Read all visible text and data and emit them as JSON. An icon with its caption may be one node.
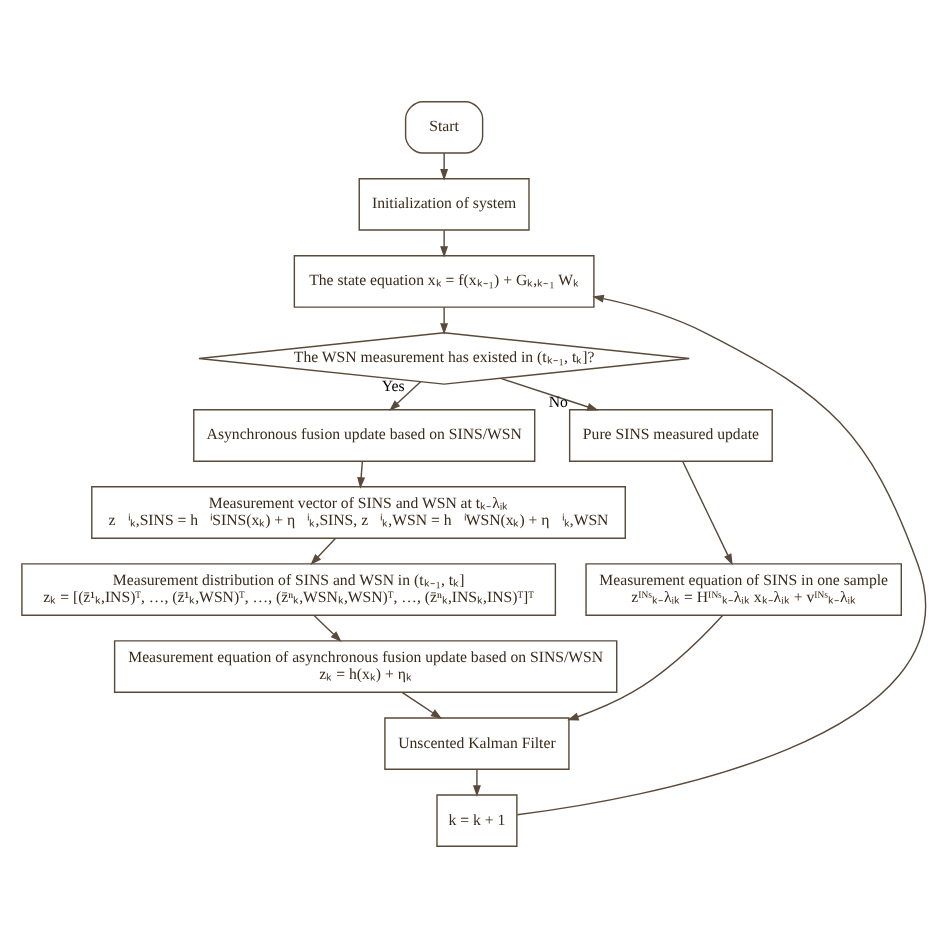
{
  "diagram": {
    "nodes": [
      {
        "text": [
          "Start"
        ]
      },
      {
        "text": [
          "Initialization of system"
        ]
      },
      {
        "text": [
          "The state equation xₖ = f(xₖ₋₁) + Gₖ,ₖ₋₁ Wₖ"
        ]
      },
      {
        "text": [
          "The WSN measurement has existed in (tₖ₋₁, tₖ]?"
        ]
      },
      {
        "text": [
          "Asynchronous fusion update based on SINS/WSN"
        ]
      },
      {
        "text": [
          "Measurement vector of SINS and WSN at tₖ₋λᵢₖ",
          "z⃗ⁱₖ,SINS = h⃗ⁱSINS(xₖ) + η⃗ⁱₖ,SINS, z⃗ⁱₖ,WSN = h⃗ⁱWSN(xₖ) + η⃗ⁱₖ,WSN"
        ]
      },
      {
        "text": [
          "Measurement distribution of SINS and WSN in (tₖ₋₁, tₖ]",
          "zₖ = [(z̄¹ₖ,INS)ᵀ, …, (z̄¹ₖ,WSN)ᵀ, …, (z̄ⁿₖ,WSNₖ,WSN)ᵀ, …, (z̄ⁿₖ,INSₖ,INS)ᵀ]ᵀ"
        ]
      },
      {
        "text": [
          "Measurement equation of asynchronous fusion update based on SINS/WSN",
          "zₖ = h(xₖ) + ηₖ"
        ]
      },
      {
        "text": [
          "Pure SINS measured update"
        ]
      },
      {
        "text": [
          "Measurement equation of SINS in one sample",
          "zᴵᴺˢₖ₋λᵢₖ = Hᴵᴺˢₖ₋λᵢₖ xₖ₋λᵢₖ + vᴵᴺˢₖ₋λᵢₖ"
        ]
      },
      {
        "text": [
          "Unscented Kalman Filter"
        ]
      },
      {
        "text": [
          "k = k + 1"
        ]
      }
    ],
    "edges": [
      {
        "from": 0,
        "to": 1,
        "arrow": "to"
      },
      {
        "from": 1,
        "to": 2,
        "arrow": "to"
      },
      {
        "from": 2,
        "to": 3,
        "arrow": "to"
      },
      {
        "from": 3,
        "to": 4,
        "arrow": "to",
        "label": "Yes"
      },
      {
        "from": 3,
        "to": 8,
        "arrow": "to",
        "label": "No"
      },
      {
        "from": 4,
        "to": 5,
        "arrow": "to"
      },
      {
        "from": 5,
        "to": 6,
        "arrow": "to"
      },
      {
        "from": 6,
        "to": 7,
        "arrow": "to"
      },
      {
        "from": 8,
        "to": 9,
        "arrow": "to"
      },
      {
        "from": 7,
        "to": 10,
        "arrow": "to"
      },
      {
        "from": 9,
        "to": 10,
        "arrow": "to"
      },
      {
        "from": 10,
        "to": 11,
        "arrow": "to"
      },
      {
        "from": 11,
        "to": 2,
        "arrow": "to"
      }
    ]
  }
}
